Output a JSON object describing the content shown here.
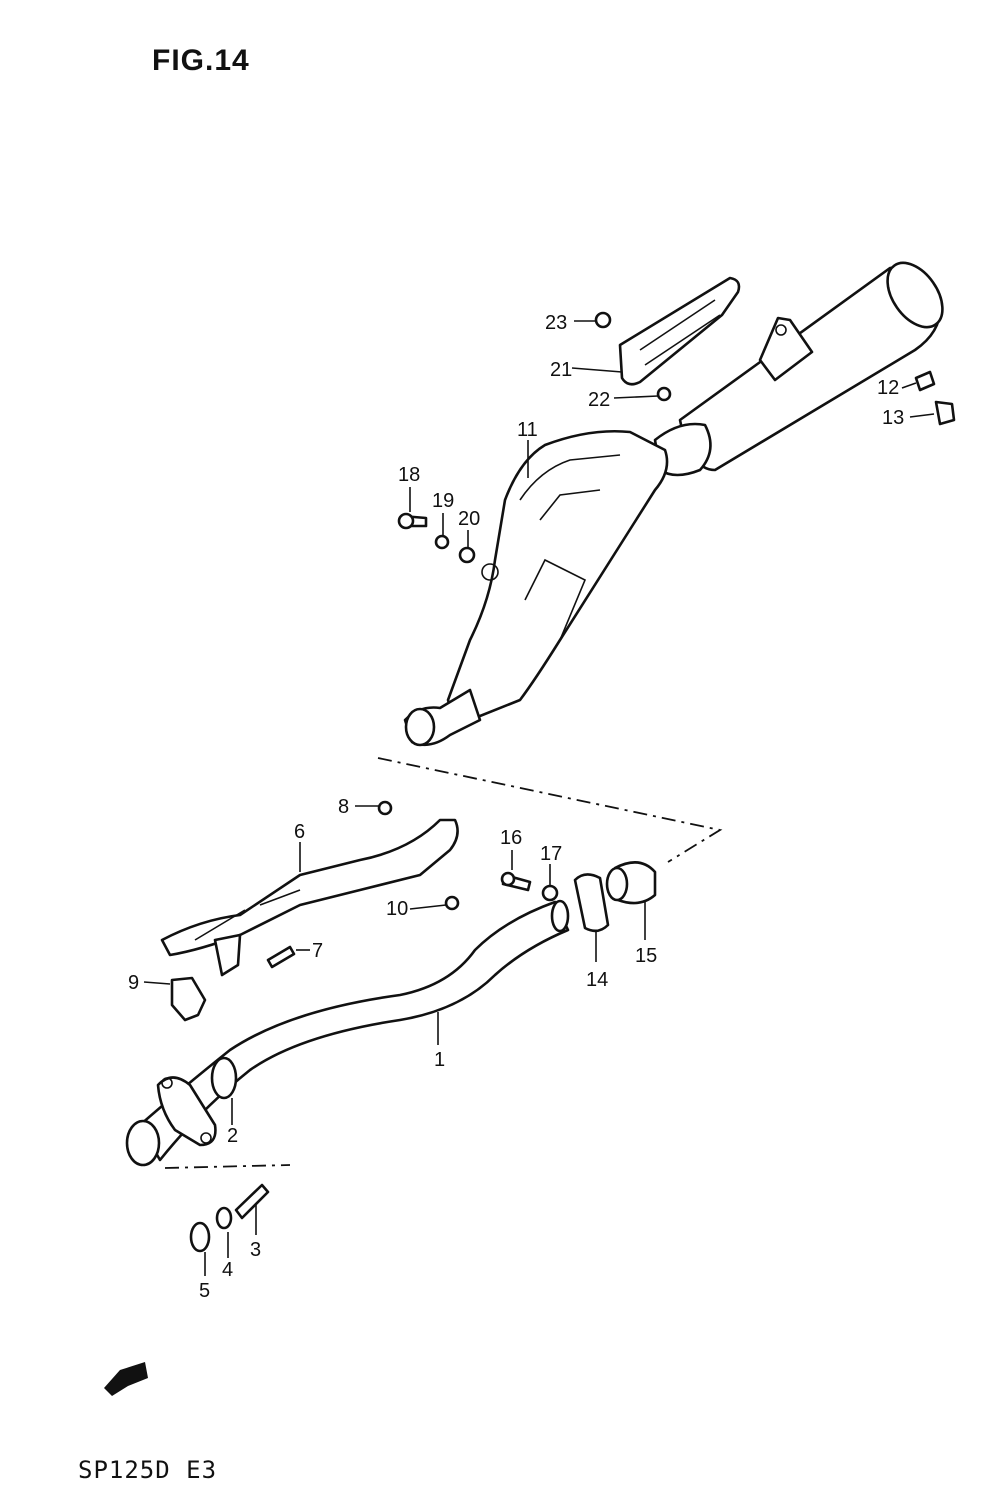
{
  "figure": {
    "title": "FIG.14",
    "model_code": "SP125D E3"
  },
  "callouts": [
    {
      "id": "1",
      "text": "1"
    },
    {
      "id": "2",
      "text": "2"
    },
    {
      "id": "3",
      "text": "3"
    },
    {
      "id": "4",
      "text": "4"
    },
    {
      "id": "5",
      "text": "5"
    },
    {
      "id": "6",
      "text": "6"
    },
    {
      "id": "7",
      "text": "7"
    },
    {
      "id": "8",
      "text": "8"
    },
    {
      "id": "9",
      "text": "9"
    },
    {
      "id": "10",
      "text": "10"
    },
    {
      "id": "11",
      "text": "11"
    },
    {
      "id": "12",
      "text": "12"
    },
    {
      "id": "13",
      "text": "13"
    },
    {
      "id": "14",
      "text": "14"
    },
    {
      "id": "15",
      "text": "15"
    },
    {
      "id": "16",
      "text": "16"
    },
    {
      "id": "17",
      "text": "17"
    },
    {
      "id": "18",
      "text": "18"
    },
    {
      "id": "19",
      "text": "19"
    },
    {
      "id": "20",
      "text": "20"
    },
    {
      "id": "21",
      "text": "21"
    },
    {
      "id": "22",
      "text": "22"
    },
    {
      "id": "23",
      "text": "23"
    }
  ]
}
